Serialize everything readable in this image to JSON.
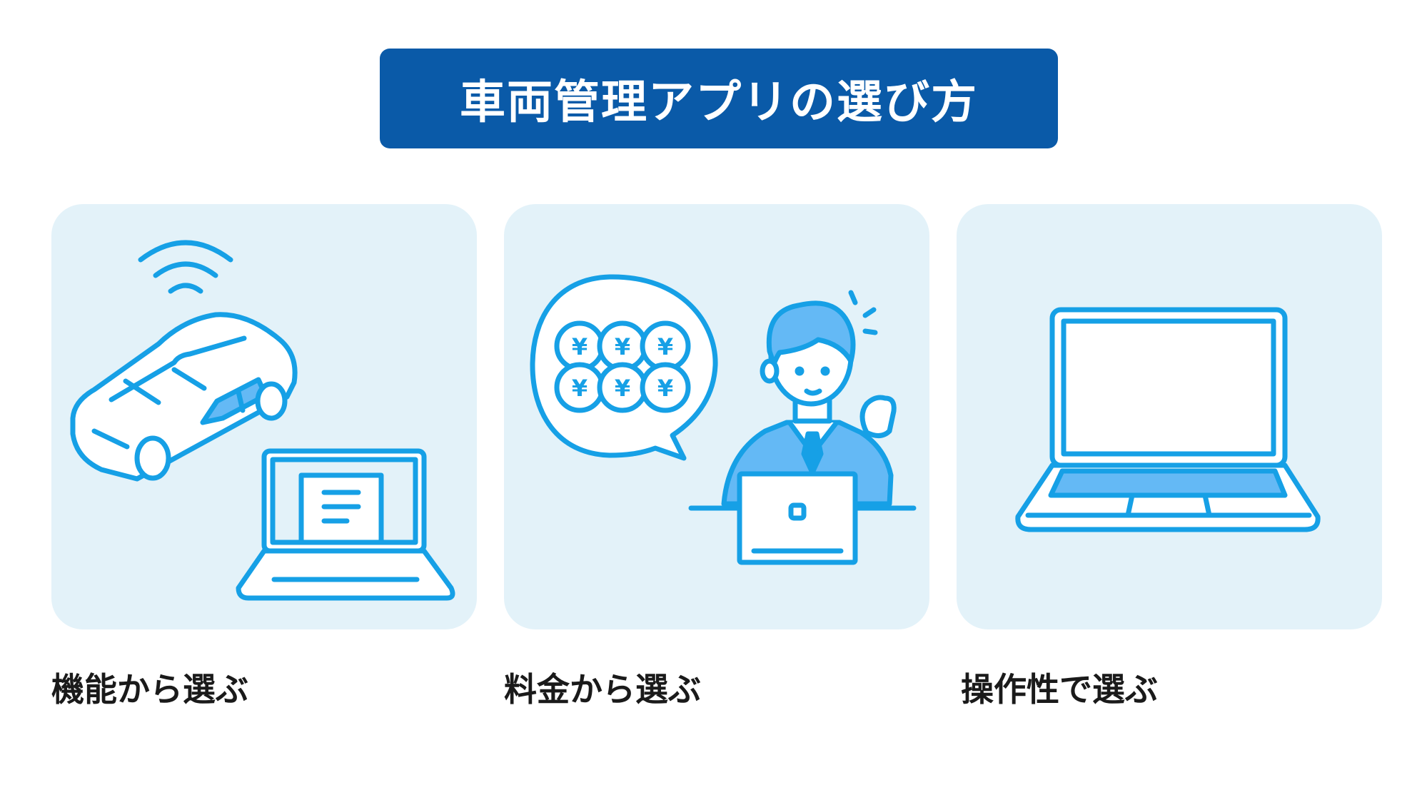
{
  "title": "車両管理アプリの選び方",
  "cards": [
    {
      "caption": "機能から選ぶ",
      "illustration": "connected-car-and-laptop"
    },
    {
      "caption": "料金から選ぶ",
      "illustration": "businessman-with-yen-coins"
    },
    {
      "caption": "操作性で選ぶ",
      "illustration": "laptop"
    }
  ],
  "coin_symbol": "¥",
  "colors": {
    "banner": "#0a5aa8",
    "card_bg": "#e3f2f9",
    "line": "#16a0e6",
    "fill_light": "#64b9f5",
    "caption_text": "#1a1a1a"
  }
}
